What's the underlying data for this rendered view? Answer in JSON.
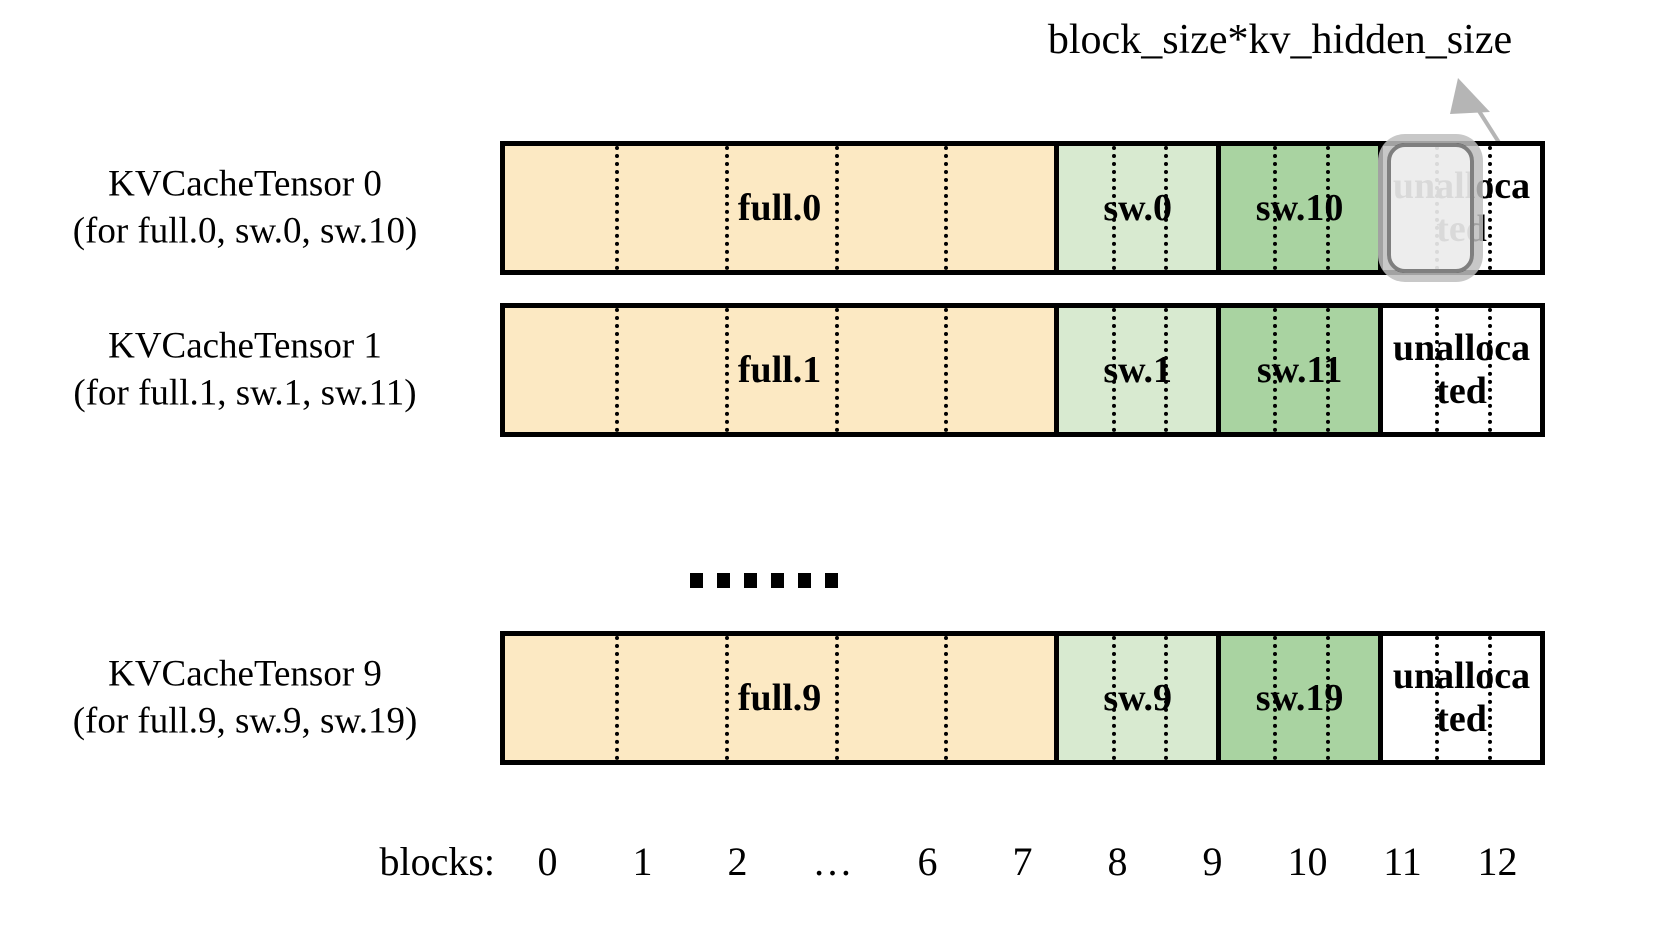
{
  "annotation": {
    "label": "block_size*kv_hidden_size",
    "arrow_icon": "arrow-up-right-icon",
    "target_segment": "unallocated",
    "target_row": 0
  },
  "colors": {
    "full": "#fce9c3",
    "sliding_window": "#d8ead0",
    "sliding_window_alt": "#a9d3a1",
    "unallocated": "#ffffff",
    "border": "#000000",
    "highlight_border": "#7f7f7f",
    "highlight_fill": "#ebebeb",
    "highlight_glow": "#bebebe"
  },
  "rows": [
    {
      "title": "KVCacheTensor 0",
      "subtitle": "(for full.0, sw.0, sw.10)",
      "segments": [
        {
          "label": "full.0",
          "blocks": 7,
          "fill": "full",
          "divisions": 4
        },
        {
          "label": "sw.0",
          "blocks": 2,
          "fill": "sliding_window",
          "divisions": 2
        },
        {
          "label": "sw.10",
          "blocks": 2,
          "fill": "sliding_window_alt",
          "divisions": 2
        },
        {
          "label": "unalloca\nted",
          "blocks": 2,
          "fill": "unallocated",
          "divisions": 2,
          "highlighted": true
        }
      ]
    },
    {
      "title": "KVCacheTensor 1",
      "subtitle": "(for full.1, sw.1, sw.11)",
      "segments": [
        {
          "label": "full.1",
          "blocks": 7,
          "fill": "full",
          "divisions": 4
        },
        {
          "label": "sw.1",
          "blocks": 2,
          "fill": "sliding_window",
          "divisions": 2
        },
        {
          "label": "sw.11",
          "blocks": 2,
          "fill": "sliding_window_alt",
          "divisions": 2
        },
        {
          "label": "unalloca\nted",
          "blocks": 2,
          "fill": "unallocated",
          "divisions": 2,
          "highlighted": false
        }
      ]
    },
    {
      "title": "KVCacheTensor 9",
      "subtitle": "(for full.9, sw.9, sw.19)",
      "segments": [
        {
          "label": "full.9",
          "blocks": 7,
          "fill": "full",
          "divisions": 4
        },
        {
          "label": "sw.9",
          "blocks": 2,
          "fill": "sliding_window",
          "divisions": 2
        },
        {
          "label": "sw.19",
          "blocks": 2,
          "fill": "sliding_window_alt",
          "divisions": 2
        },
        {
          "label": "unalloca\nted",
          "blocks": 2,
          "fill": "unallocated",
          "divisions": 2,
          "highlighted": false
        }
      ]
    }
  ],
  "ellipsis": {
    "dots": 6
  },
  "axis": {
    "title": "blocks:",
    "ticks": [
      "0",
      "1",
      "2",
      "…",
      "6",
      "7",
      "8",
      "9",
      "10",
      "11",
      "12"
    ]
  }
}
